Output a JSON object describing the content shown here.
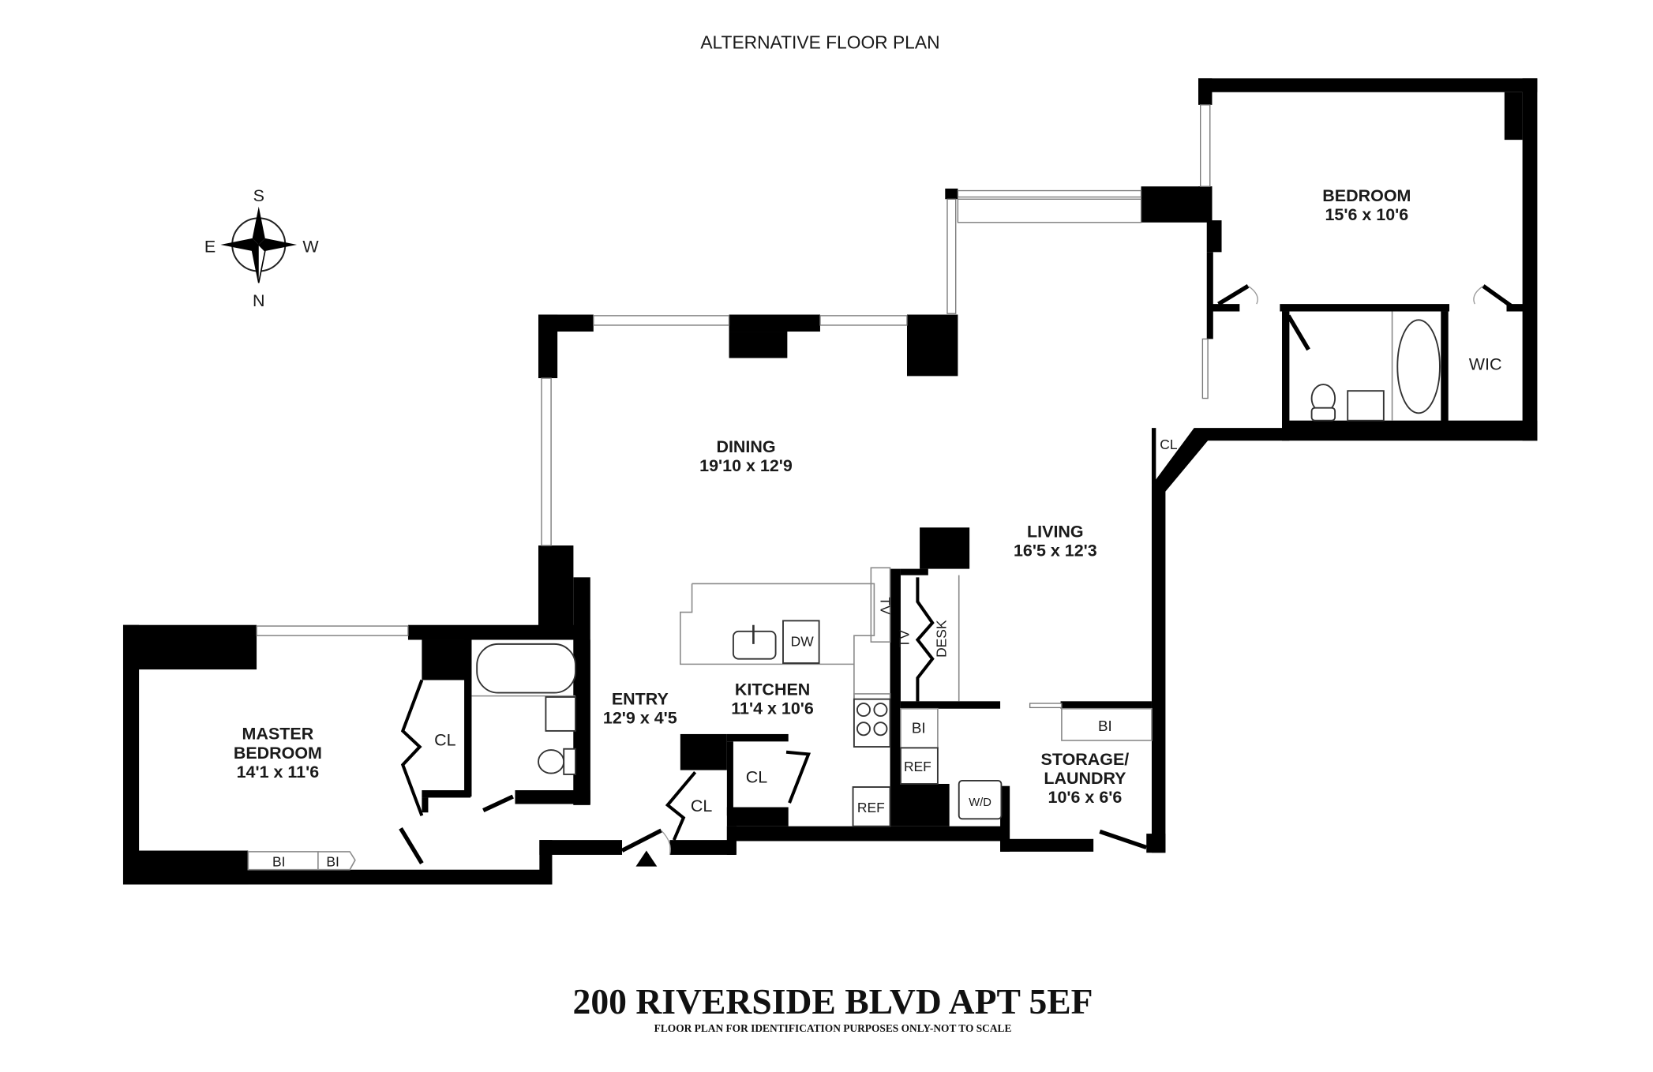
{
  "header": {
    "subtitle": "ALTERNATIVE FLOOR PLAN"
  },
  "footer": {
    "title": "200 RIVERSIDE BLVD APT 5EF",
    "disclaimer": "FLOOR PLAN FOR IDENTIFICATION PURPOSES ONLY-NOT TO SCALE"
  },
  "compass": {
    "top": "S",
    "bottom": "N",
    "left": "E",
    "right": "W"
  },
  "rooms": {
    "bedroom": {
      "name": "BEDROOM",
      "dims": "15'6 x 10'6"
    },
    "dining": {
      "name": "DINING",
      "dims": "19'10 x 12'9"
    },
    "living": {
      "name": "LIVING",
      "dims": "16'5 x 12'3"
    },
    "master_bedroom": {
      "name_line1": "MASTER",
      "name_line2": "BEDROOM",
      "dims": "14'1 x 11'6"
    },
    "entry": {
      "name": "ENTRY",
      "dims": "12'9 x 4'5"
    },
    "kitchen": {
      "name": "KITCHEN",
      "dims": "11'4 x 10'6"
    },
    "storage_laundry": {
      "name_line1": "STORAGE/",
      "name_line2": "LAUNDRY",
      "dims": "10'6 x 6'6"
    }
  },
  "fixtures": {
    "wic": "WIC",
    "cl": "CL",
    "bi": "BI",
    "ref": "REF",
    "dw": "DW",
    "tv": "TV",
    "desk": "DESK",
    "wd": "W/D"
  },
  "colors": {
    "wall": "#000000",
    "background": "#ffffff",
    "fixture_line": "#8a8a8a"
  }
}
